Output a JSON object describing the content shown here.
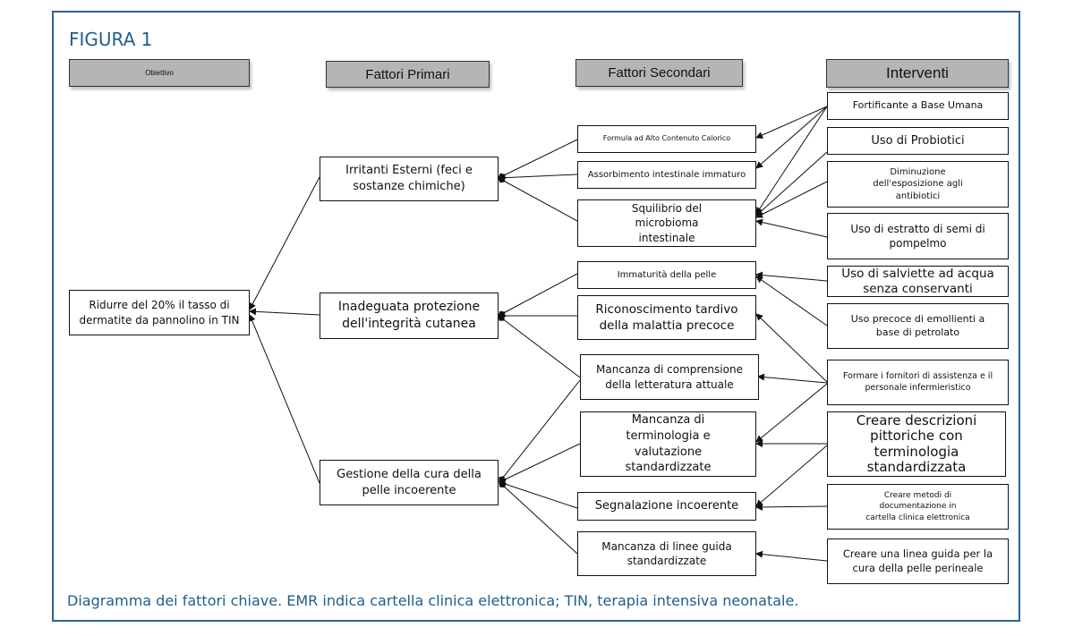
{
  "figure_title": "FIGURA 1",
  "caption": "Diagramma dei fattori chiave. EMR indica cartella clinica elettronica; TIN, terapia intensiva neonatale.",
  "headers": {
    "goal": "Obiettivo",
    "primary": "Fattori Primari",
    "secondary": "Fattori Secondari",
    "interventions": "Interventi"
  },
  "goal": "Ridurre del 20% il tasso di dermatite da pannolino in TIN",
  "primary": {
    "p1": "Irritanti Esterni (feci e sostanze chimiche)",
    "p2": "Inadeguata protezione dell'integrità cutanea",
    "p3": "Gestione della cura della pelle incoerente"
  },
  "secondary": {
    "s1": "Formula ad Alto Contenuto Calorico",
    "s2": "Assorbimento intestinale immaturo",
    "s3": "Squilibrio del microbioma intestinale",
    "s4": "Immaturità della pelle",
    "s5": "Riconoscimento tardivo della malattia precoce",
    "s6": "Mancanza di comprensione della letteratura attuale",
    "s7": "Mancanza di terminologia e valutazione standardizzate",
    "s8": "Segnalazione incoerente",
    "s9": "Mancanza di linee guida standardizzate"
  },
  "interventions": {
    "i1": "Fortificante a Base Umana",
    "i2": "Uso di Probiotici",
    "i3": "Diminuzione dell'esposizione agli antibiotici",
    "i4": "Uso di estratto di semi di pompelmo",
    "i5": "Uso di salviette ad acqua senza conservanti",
    "i6": "Uso precoce di emollienti a base di petrolato",
    "i7": "Formare i fornitori di assistenza e il personale infermieristico",
    "i8": "Creare descrizioni pittoriche con terminologia standardizzata",
    "i9": "Creare metodi di documentazione in cartella clinica elettronica",
    "i10": "Creare una linea guida per la cura della pelle perineale"
  }
}
